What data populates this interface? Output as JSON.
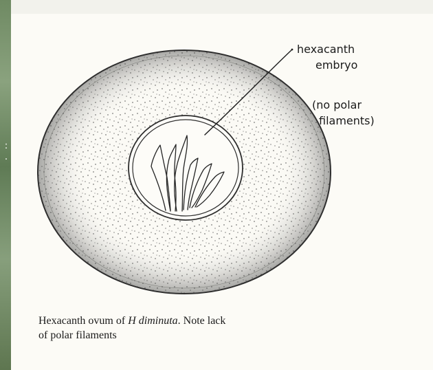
{
  "diagram": {
    "labels": {
      "hexacanth_line1": "hexacanth",
      "hexacanth_line2": "embryo",
      "note_line1": "(no polar",
      "note_line2": "filaments)"
    },
    "caption": {
      "part1": "Hexacanth ovum of ",
      "species_genus": "H",
      "species_name": "diminuta",
      "part2": ". Note lack",
      "part3": "of polar filaments"
    },
    "side_marks": [
      ":",
      "·"
    ]
  }
}
